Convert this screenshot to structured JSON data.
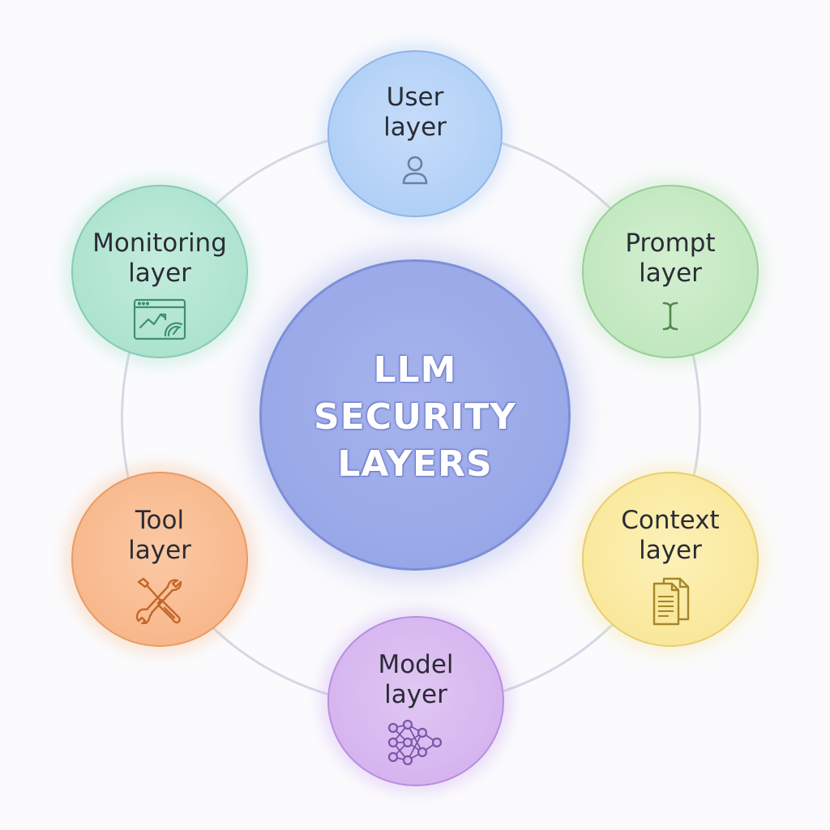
{
  "center": {
    "title": "LLM\nSECURITY\nLAYERS"
  },
  "layers": {
    "user": {
      "label": "User\nlayer",
      "icon": "user-icon"
    },
    "prompt": {
      "label": "Prompt\nlayer",
      "icon": "text-cursor-icon"
    },
    "context": {
      "label": "Context\nlayer",
      "icon": "documents-icon"
    },
    "model": {
      "label": "Model\nlayer",
      "icon": "neural-network-icon"
    },
    "tool": {
      "label": "Tool\nlayer",
      "icon": "wrench-screwdriver-icon"
    },
    "monitoring": {
      "label": "Monitoring\nlayer",
      "icon": "monitor-dashboard-icon"
    }
  },
  "colors": {
    "user": "#b1d0f6",
    "prompt": "#c1e8bf",
    "context": "#f9e89c",
    "model": "#d6b5ef",
    "tool": "#f8b88c",
    "monitoring": "#ade3cf",
    "center": "#9aa9e8",
    "ring": "#d4d8e6"
  }
}
